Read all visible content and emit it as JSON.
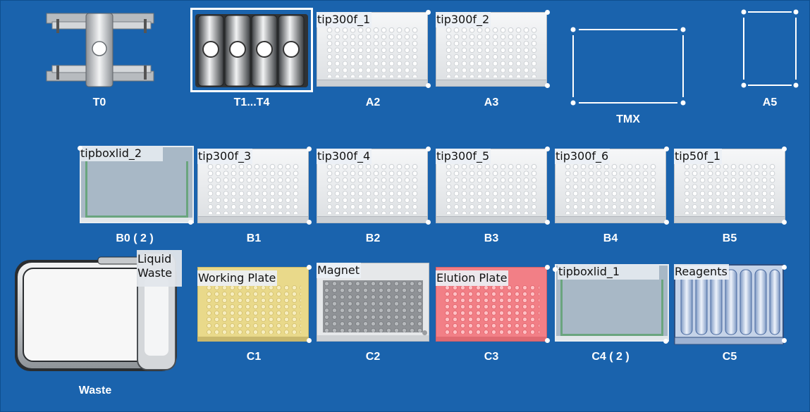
{
  "deck": {
    "background_color": "#1a63ad",
    "slots": {
      "T0": {
        "label": "T0"
      },
      "T1T4": {
        "label": "T1...T4"
      },
      "A2": {
        "label": "A2",
        "labware": "tip300f_1"
      },
      "A3": {
        "label": "A3",
        "labware": "tip300f_2"
      },
      "TMX": {
        "label": "TMX"
      },
      "A5": {
        "label": "A5"
      },
      "B0": {
        "label": "B0 ( 2 )",
        "labware": "tipboxlid_2"
      },
      "B1": {
        "label": "B1",
        "labware": "tip300f_3"
      },
      "B2": {
        "label": "B2",
        "labware": "tip300f_4"
      },
      "B3": {
        "label": "B3",
        "labware": "tip300f_5"
      },
      "B4": {
        "label": "B4",
        "labware": "tip300f_6"
      },
      "B5": {
        "label": "B5",
        "labware": "tip50f_1"
      },
      "Waste": {
        "label": "Waste",
        "labware_line1": "Liquid",
        "labware_line2": "Waste"
      },
      "C1": {
        "label": "C1",
        "labware": "Working Plate",
        "color": "#e9d98a"
      },
      "C2": {
        "label": "C2",
        "labware": "Magnet",
        "color": "#8f9296"
      },
      "C3": {
        "label": "C3",
        "labware": "Elution Plate",
        "color": "#f27f86"
      },
      "C4": {
        "label": "C4 ( 2 )",
        "labware": "tipboxlid_1"
      },
      "C5": {
        "label": "C5",
        "labware": "Reagents"
      }
    }
  }
}
